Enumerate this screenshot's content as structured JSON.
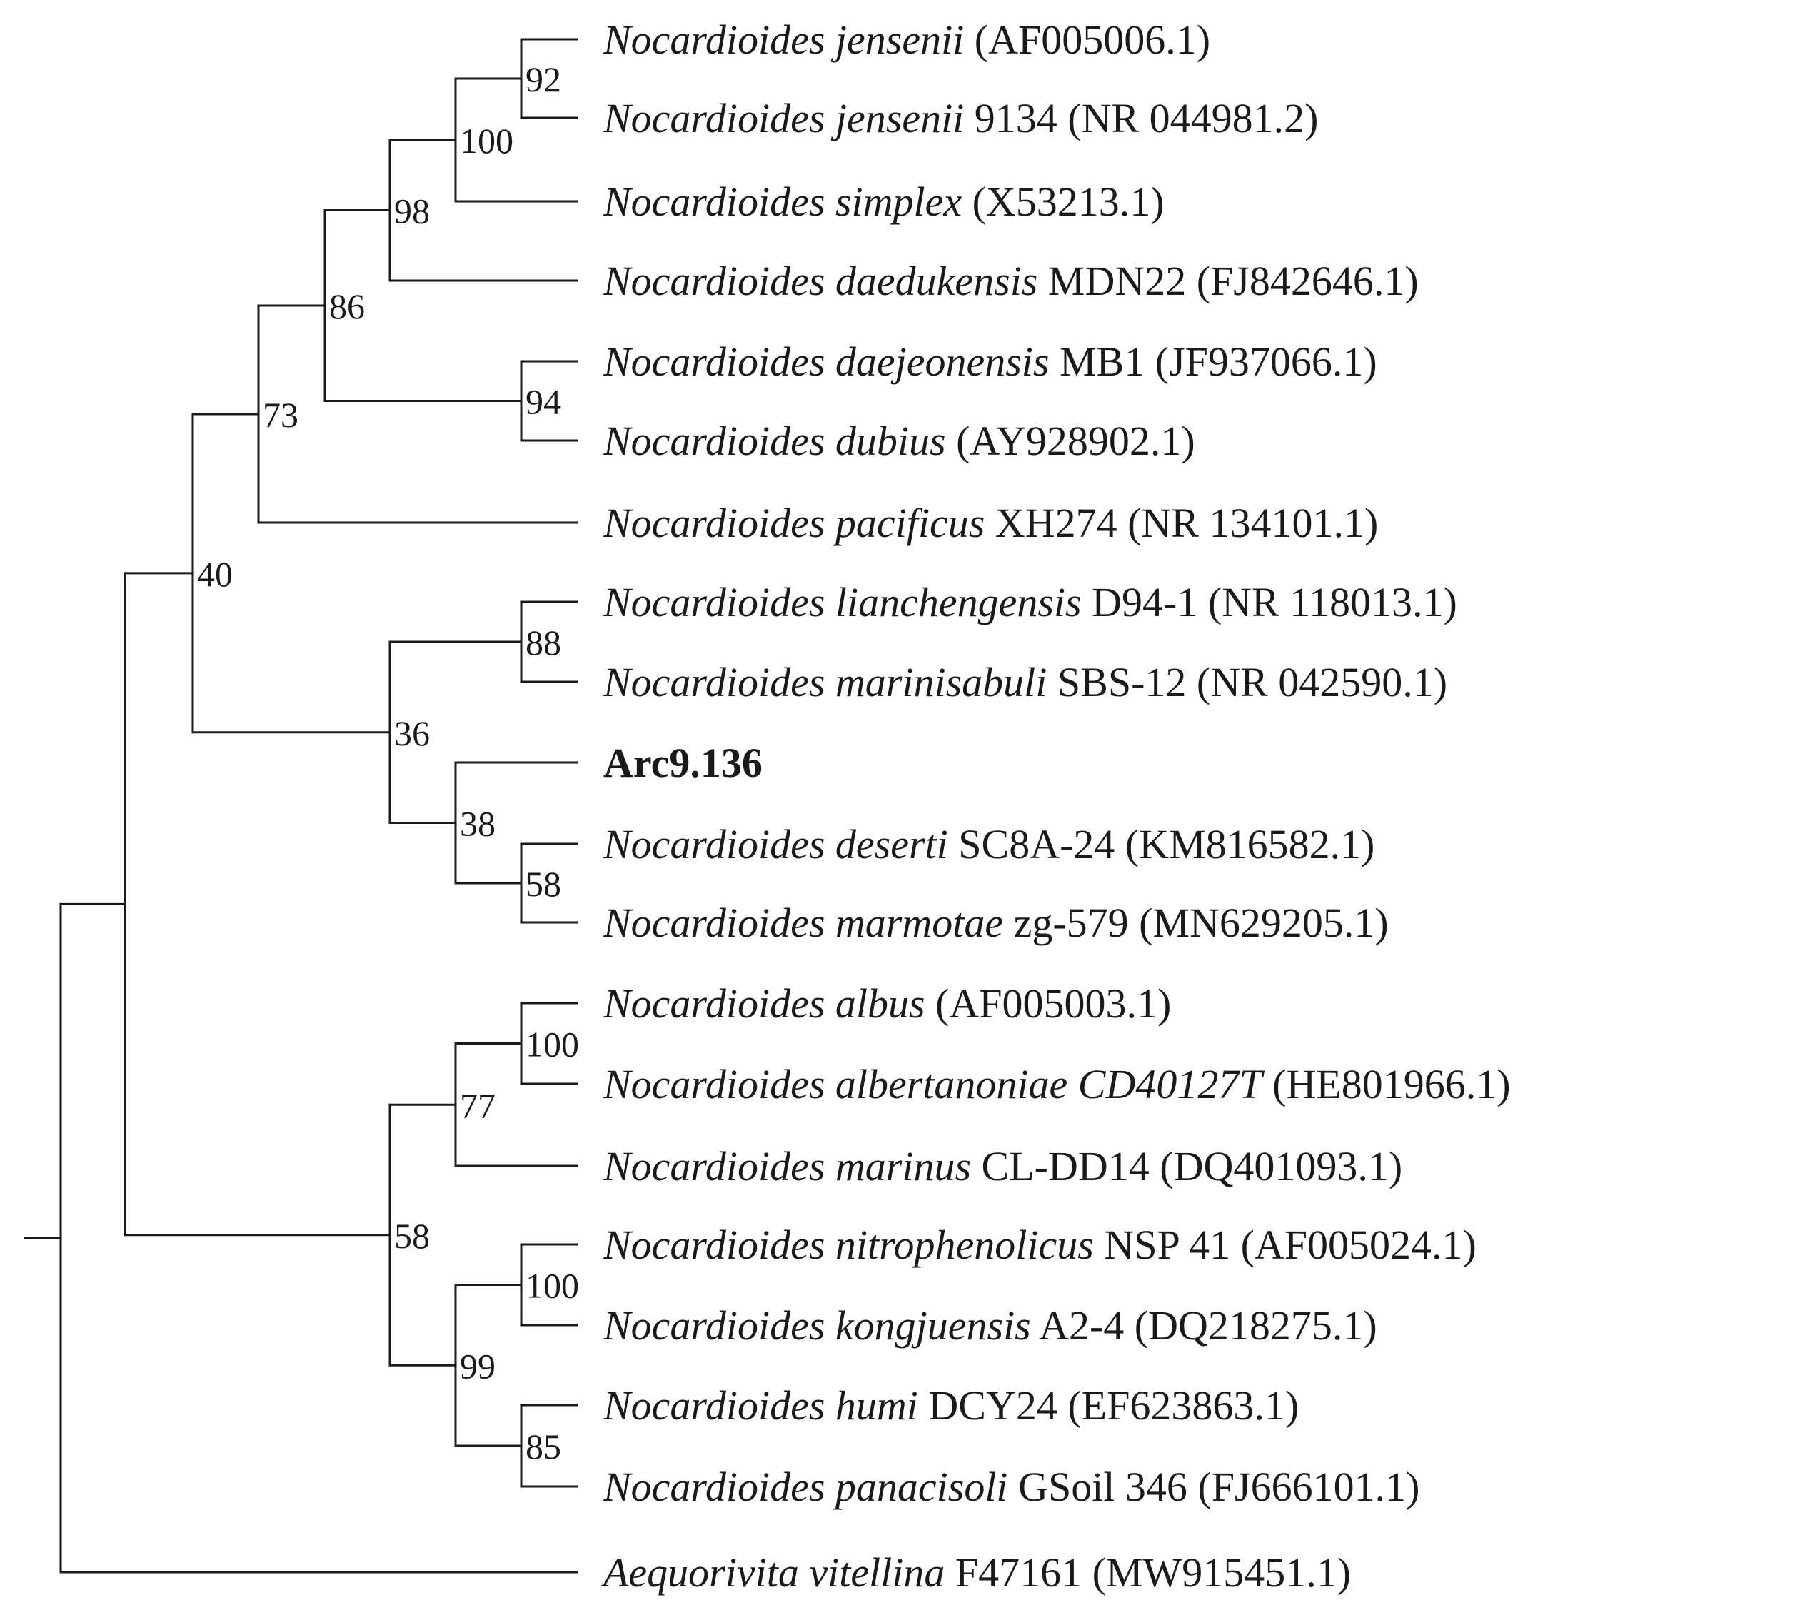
{
  "tree": {
    "leaves": [
      {
        "genus": "Nocardioides",
        "epithet": "jensenii",
        "strain": "",
        "accession": "(AF005006.1)"
      },
      {
        "genus": "Nocardioides",
        "epithet": "jensenii",
        "strain": "9134",
        "accession": "(NR 044981.2)"
      },
      {
        "genus": "Nocardioides",
        "epithet": "simplex",
        "strain": "",
        "accession": "(X53213.1)"
      },
      {
        "genus": "Nocardioides",
        "epithet": "daedukensis",
        "strain": "MDN22",
        "accession": "(FJ842646.1)"
      },
      {
        "genus": "Nocardioides",
        "epithet": "daejeonensis",
        "strain": "MB1",
        "accession": "(JF937066.1)"
      },
      {
        "genus": "Nocardioides",
        "epithet": "dubius",
        "strain": "",
        "accession": "(AY928902.1)"
      },
      {
        "genus": "Nocardioides",
        "epithet": "pacificus",
        "strain": "XH274",
        "accession": "(NR 134101.1)"
      },
      {
        "genus": "Nocardioides",
        "epithet": "lianchengensis",
        "strain": "D94-1",
        "accession": "(NR 118013.1)"
      },
      {
        "genus": "Nocardioides",
        "epithet": "marinisabuli",
        "strain": "SBS-12",
        "accession": "(NR 042590.1)"
      },
      {
        "plain": "Arc9.136",
        "bold": true
      },
      {
        "genus": "Nocardioides",
        "epithet": "deserti",
        "strain": "SC8A-24",
        "accession": "(KM816582.1)"
      },
      {
        "genus": "Nocardioides",
        "epithet": "marmotae",
        "strain": "zg-579",
        "accession": "(MN629205.1)"
      },
      {
        "genus": "Nocardioides",
        "epithet": "albus",
        "strain": "",
        "accession": "(AF005003.1)"
      },
      {
        "genus": "Nocardioides",
        "epithet": "albertanoniae CD40127T",
        "strain": "",
        "accession": "(HE801966.1)"
      },
      {
        "genus": "Nocardioides",
        "epithet": "marinus",
        "strain": "CL-DD14",
        "accession": "(DQ401093.1)"
      },
      {
        "genus": "Nocardioides",
        "epithet": "nitrophenolicus",
        "strain": "NSP 41",
        "accession": "(AF005024.1)"
      },
      {
        "genus": "Nocardioides",
        "epithet": "kongjuensis",
        "strain": "A2-4",
        "accession": "(DQ218275.1)"
      },
      {
        "genus": "Nocardioides",
        "epithet": "humi",
        "strain": "DCY24",
        "accession": "(EF623863.1)"
      },
      {
        "genus": "Nocardioides",
        "epithet": "panacisoli",
        "strain": "GSoil 346",
        "accession": "(FJ666101.1)"
      },
      {
        "genus": "Aequorivita",
        "epithet": "vitellina",
        "strain": "F47161",
        "accession": "(MW915451.1)"
      }
    ],
    "bootstrap": {
      "n_jensenii": "92",
      "n_jensenii_simplex": "100",
      "n_98": "98",
      "n_86": "86",
      "n_daejeon_dubius": "94",
      "n_73": "73",
      "n_40": "40",
      "n_lianchen_marini": "88",
      "n_36": "36",
      "n_38": "38",
      "n_deserti_marmotae": "58",
      "n_albus_albert": "100",
      "n_77": "77",
      "n_58b": "58",
      "n_nitro_kongju": "100",
      "n_99": "99",
      "n_humi_panaci": "85"
    }
  }
}
